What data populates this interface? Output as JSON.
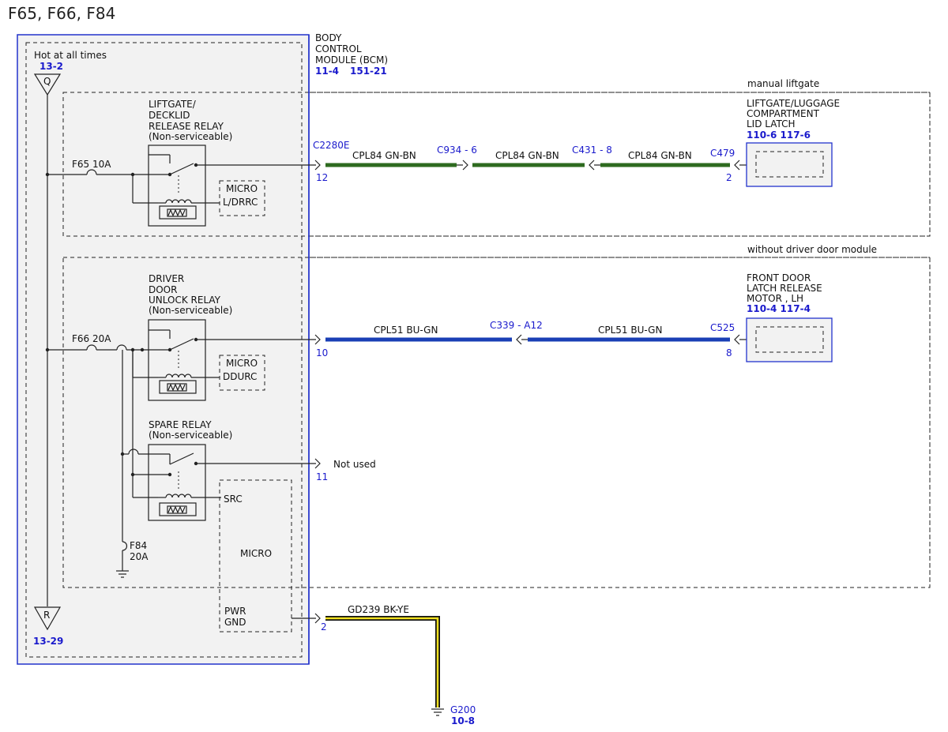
{
  "title": "F65, F66, F84",
  "bcm": {
    "name_line1": "BODY",
    "name_line2": "CONTROL",
    "name_line3": "MODULE (BCM)",
    "ref1": "11-4",
    "ref2": "151-21"
  },
  "hot": {
    "label": "Hot at all times",
    "ref_top": "13-2",
    "symbol_top": "Q",
    "symbol_bottom": "R",
    "ref_bottom": "13-29"
  },
  "sections": {
    "liftgate": "manual liftgate",
    "driver_door": "without driver door module"
  },
  "fuses": {
    "f65": "F65  10A",
    "f66": "F66  20A",
    "f84_a": "F84",
    "f84_b": "20A"
  },
  "relays": {
    "liftgate": [
      "LIFTGATE/",
      "DECKLID",
      "RELEASE RELAY",
      "(Non-serviceable)"
    ],
    "driver": [
      "DRIVER",
      "DOOR",
      "UNLOCK RELAY",
      "(Non-serviceable)"
    ],
    "spare": [
      "SPARE RELAY",
      "(Non-serviceable)"
    ]
  },
  "micro": {
    "ldrrc_1": "MICRO",
    "ldrrc_2": "L/DRRC",
    "ddurc_1": "MICRO",
    "ddurc_2": "DDURC",
    "src": "SRC",
    "main": "MICRO",
    "pwr": "PWR",
    "gnd": "GND"
  },
  "circuits": {
    "c2280e": "C2280E",
    "pin_12": "12",
    "pin_10": "10",
    "pin_11": "11",
    "pin_2_gnd": "2",
    "wire1": "CPL84  GN-BN",
    "c934": "C934 - 6",
    "wire2": "CPL84  GN-BN",
    "c431": "C431 - 8",
    "wire3": "CPL84  GN-BN",
    "c479": "C479",
    "pin_2": "2",
    "wire4": "CPL51  BU-GN",
    "c339": "C339 - A12",
    "wire5": "CPL51  BU-GN",
    "c525": "C525",
    "pin_8": "8",
    "not_used": "Not used",
    "wire_gnd": "GD239  BK-YE",
    "g200": "G200",
    "g200_ref": "10-8"
  },
  "components": {
    "latch": [
      "LIFTGATE/LUGGAGE",
      "COMPARTMENT",
      "LID LATCH"
    ],
    "latch_ref": "110-6 117-6",
    "motor": [
      "FRONT DOOR",
      "LATCH RELEASE",
      "MOTOR , LH"
    ],
    "motor_ref": "110-4 117-4"
  },
  "colors": {
    "module_border": "#2233cc",
    "box_fill": "#f2f2f2",
    "wire_green": "#2e6b1f",
    "wire_blue": "#1a3fb5",
    "wire_yellow": "#f0e020",
    "ref_blue": "#1a1acc"
  }
}
